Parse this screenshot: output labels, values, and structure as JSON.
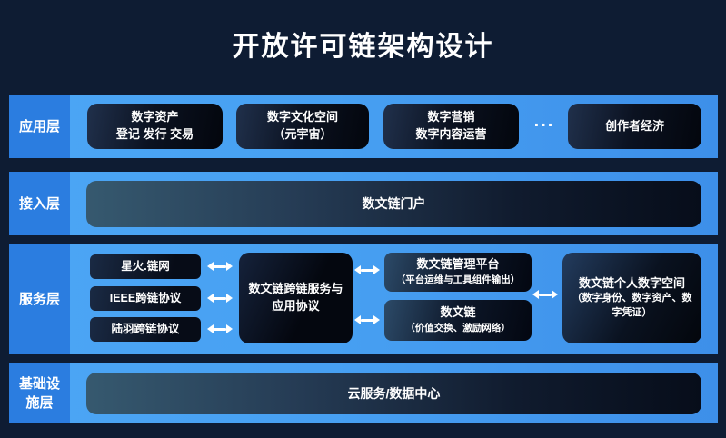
{
  "title": "开放许可链架构设计",
  "ellipsis": "...",
  "colors": {
    "background": "#0e1c33",
    "layer_label_bg": "#2b7de0",
    "layer_band_bg": "#47a0f2",
    "box_dark": "#060b15",
    "box_teal_left": "#36596f",
    "box_steel_left": "#2c4a68",
    "text": "#ffffff"
  },
  "layers": [
    {
      "label": "应用层",
      "boxes": [
        {
          "title": "数字资产",
          "subtitle": "登记 发行 交易"
        },
        {
          "title": "数字文化空间",
          "subtitle": "（元宇宙）"
        },
        {
          "title": "数字营销",
          "subtitle": "数字内容运营"
        },
        {
          "title": "创作者经济"
        }
      ]
    },
    {
      "label": "接入层",
      "boxes": [
        {
          "title": "数文链门户"
        }
      ]
    },
    {
      "label": "服务层",
      "chain_boxes": [
        "星火.链网",
        "IEEE跨链协议",
        "陆羽跨链协议"
      ],
      "protocol_box": {
        "line1": "数文链跨链服务与",
        "line2": "应用协议"
      },
      "platform_boxes": [
        {
          "title": "数文链管理平台",
          "subtitle": "（平台运维与工具组件输出）"
        },
        {
          "title": "数文链",
          "subtitle": "（价值交换、激励网络）"
        }
      ],
      "personal_box": {
        "title": "数文链个人数字空间",
        "subtitle": "（数字身份、数字资产、数字凭证）"
      }
    },
    {
      "label": "基础设施层",
      "boxes": [
        {
          "title": "云服务/数据中心"
        }
      ]
    }
  ]
}
